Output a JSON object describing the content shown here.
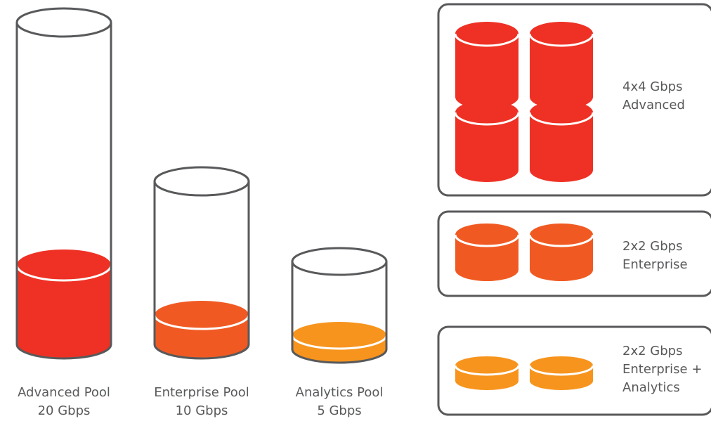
{
  "colors": {
    "advanced": "#ee3124",
    "enterprise": "#f05a22",
    "analytics": "#f7941d",
    "outline": "#58595b"
  },
  "pools": [
    {
      "name": "Advanced Pool",
      "capacity": "20 Gbps",
      "color_key": "advanced"
    },
    {
      "name": "Enterprise Pool",
      "capacity": "10 Gbps",
      "color_key": "enterprise"
    },
    {
      "name": "Analytics Pool",
      "capacity": "5 Gbps",
      "color_key": "analytics"
    }
  ],
  "groups": [
    {
      "line1": "4x4 Gbps",
      "line2": "Advanced",
      "line3": "",
      "color_key": "advanced",
      "disk_count": 4
    },
    {
      "line1": "2x2 Gbps",
      "line2": "Enterprise",
      "line3": "",
      "color_key": "enterprise",
      "disk_count": 2
    },
    {
      "line1": "2x2 Gbps",
      "line2": "Enterprise +",
      "line3": "Analytics",
      "color_key": "analytics",
      "disk_count": 2
    }
  ]
}
